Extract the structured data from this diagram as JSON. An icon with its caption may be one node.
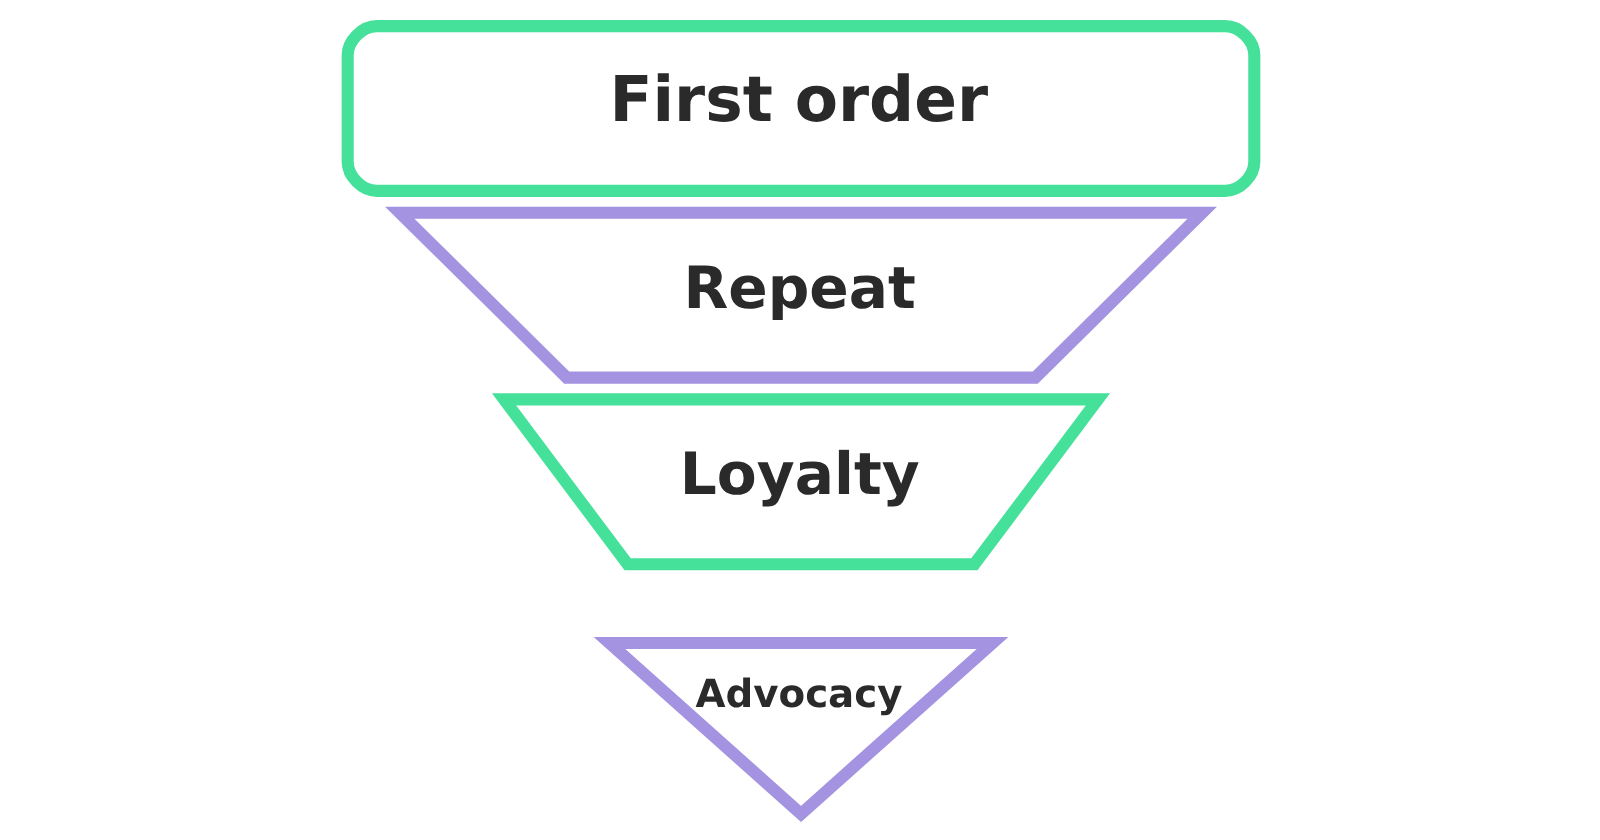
{
  "diagram": {
    "nodes": [
      {
        "text": [
          "First order"
        ]
      },
      {
        "text": [
          "Repeat"
        ]
      },
      {
        "text": [
          "Loyalty"
        ]
      },
      {
        "text": [
          "Advocacy"
        ]
      }
    ]
  }
}
